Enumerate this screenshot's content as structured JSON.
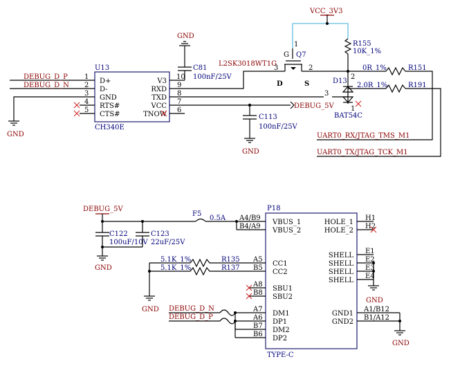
{
  "colors": {
    "wire": "#000000",
    "net_label": "#8b0000",
    "ref_text": "#00007a",
    "no_connect": "#d02020",
    "highlight": "#7fc8e8"
  },
  "u13": {
    "ref": "U13",
    "part": "CH340E",
    "pins_left": [
      {
        "num": "1",
        "name": "D+",
        "net": "DEBUG_D_P"
      },
      {
        "num": "2",
        "name": "D-",
        "net": "DEBUG_D_N"
      },
      {
        "num": "3",
        "name": "GND"
      },
      {
        "num": "4",
        "name": "RTS#"
      },
      {
        "num": "5",
        "name": "CTS#"
      }
    ],
    "pins_right": [
      {
        "num": "10",
        "name": "V3"
      },
      {
        "num": "9",
        "name": "RXD"
      },
      {
        "num": "8",
        "name": "TXD"
      },
      {
        "num": "7",
        "name": "VCC"
      },
      {
        "num": "6",
        "name": "TNOW"
      }
    ]
  },
  "gnd_label": "GND",
  "c81": {
    "ref": "C81",
    "value": "100nF/25V"
  },
  "c113": {
    "ref": "C113",
    "value": "100nF/25V"
  },
  "q7": {
    "ref": "Q7",
    "part": "L2SK3018WT1G",
    "g": "G",
    "d": "D",
    "s": "S",
    "pin3": "3",
    "pin2": "2",
    "pin1": "1"
  },
  "vcc_label": "VCC_3V3",
  "r155": {
    "ref": "R155",
    "value": "10K_1%"
  },
  "r151": {
    "ref": "R151",
    "value": "0R_1%"
  },
  "r191": {
    "ref": "R191",
    "value": "2.0R_1%"
  },
  "d13": {
    "ref": "D13",
    "part": "BAT54C",
    "pin3": "3",
    "pin2": "2",
    "pin1": "1"
  },
  "debug_5v_label": "DEBUG_5V",
  "uart_rx_label": "UART0_RX/JTAG_TMS_M1",
  "uart_tx_label": "UART0_TX/JTAG_TCK_M1",
  "c122": {
    "ref": "C122",
    "value": "100uF/10V"
  },
  "c123": {
    "ref": "C123",
    "value": "22uF/25V"
  },
  "f5": {
    "ref": "F5",
    "value": "0.5A"
  },
  "r135": {
    "ref": "R135",
    "value": "5.1K_1%"
  },
  "r137": {
    "ref": "R137",
    "value": "5.1K_1%"
  },
  "p18": {
    "ref": "P18",
    "part": "TYPE-C",
    "left_pins": [
      {
        "num": "A4/B9",
        "name": "VBUS_1"
      },
      {
        "num": "B4/A9",
        "name": "VBUS_2"
      },
      {
        "num": "A5",
        "name": "CC1"
      },
      {
        "num": "B5",
        "name": "CC2"
      },
      {
        "num": "A8",
        "name": "SBU1"
      },
      {
        "num": "B8",
        "name": "SBU2"
      },
      {
        "num": "A7",
        "name": "DM1"
      },
      {
        "num": "A6",
        "name": "DP1"
      },
      {
        "num": "B7",
        "name": "DM2"
      },
      {
        "num": "B6",
        "name": "DP2"
      }
    ],
    "right_pins": [
      {
        "num": "H1",
        "name": "HOLE_1"
      },
      {
        "num": "H2",
        "name": "HOLE_2"
      },
      {
        "num": "E1",
        "name": "SHELL"
      },
      {
        "num": "E2",
        "name": "SHELL"
      },
      {
        "num": "E3",
        "name": "SHELL"
      },
      {
        "num": "E4",
        "name": "SHELL"
      },
      {
        "num": "A1/B12",
        "name": "GND1"
      },
      {
        "num": "B1/A12",
        "name": "GND2"
      }
    ]
  }
}
